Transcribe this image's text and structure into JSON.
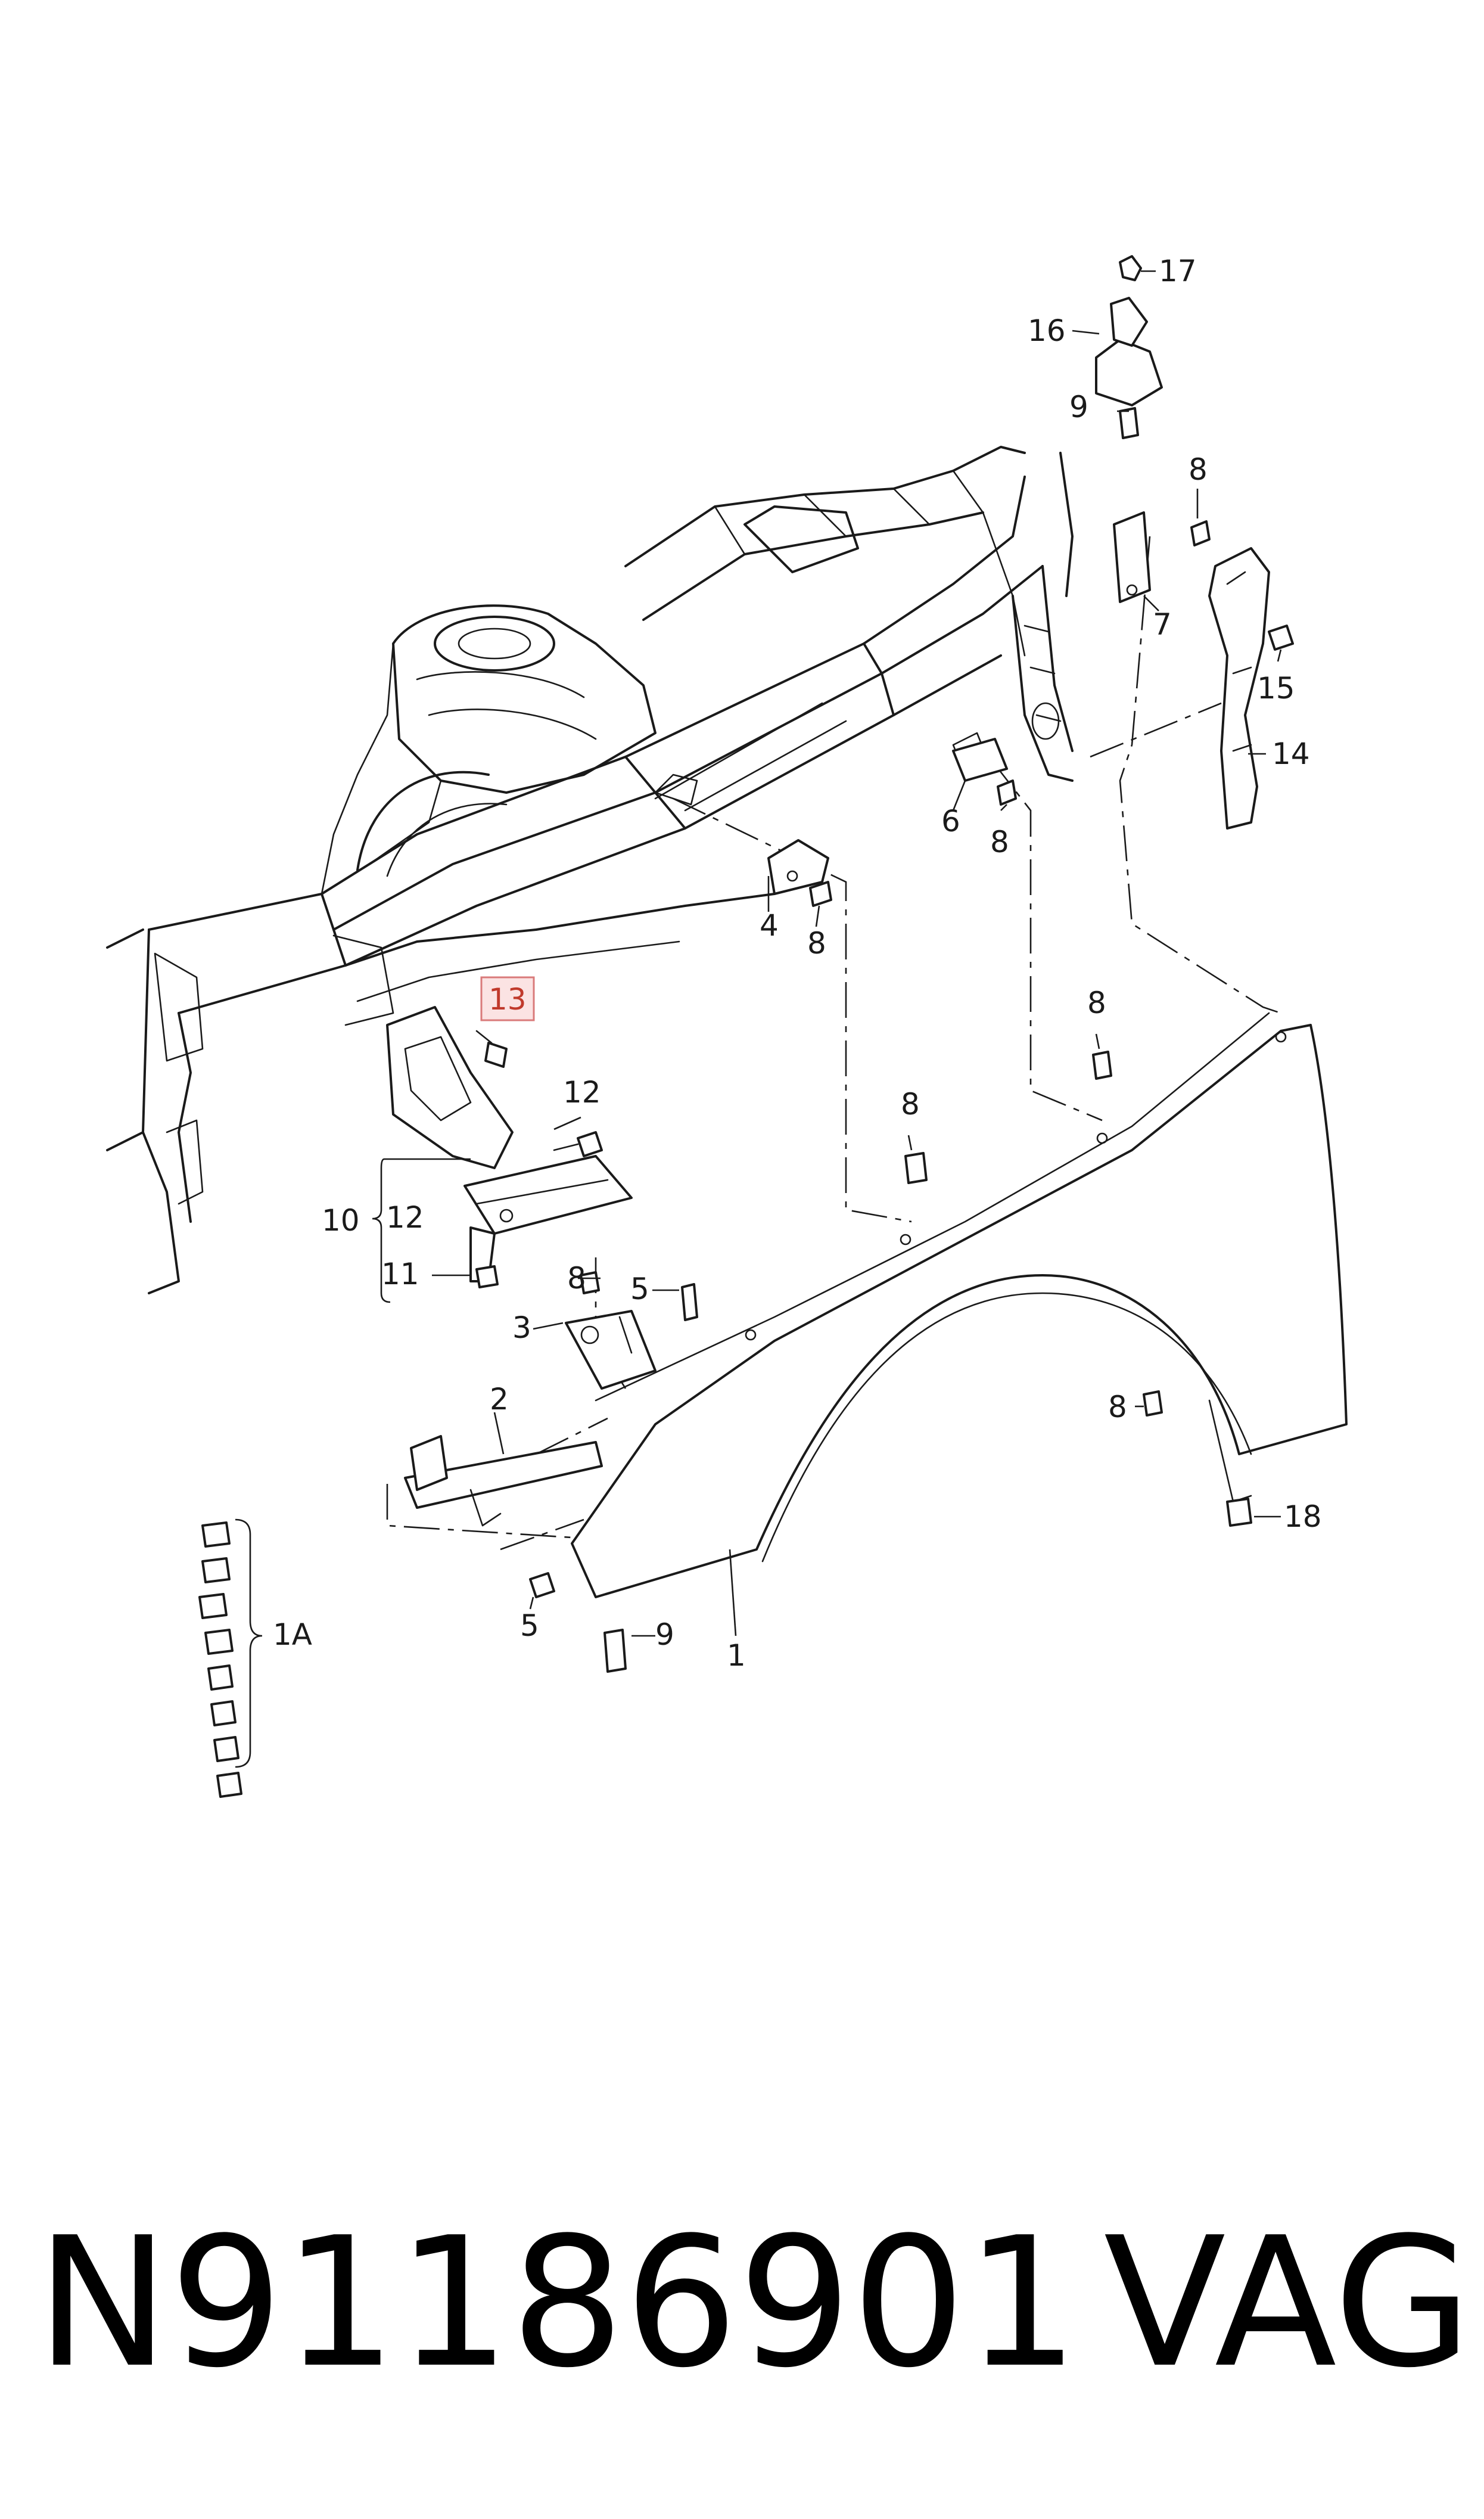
{
  "callouts": [
    "1",
    "1A",
    "2",
    "3",
    "4",
    "5",
    "5",
    "6",
    "7",
    "8",
    "8",
    "8",
    "8",
    "8",
    "8",
    "8",
    "9",
    "9",
    "10",
    "11",
    "12",
    "12",
    "13",
    "14",
    "15",
    "16",
    "17",
    "18"
  ],
  "highlighted_callout": "13",
  "caption": {
    "part_number": "N91186901",
    "brand": "VAG"
  },
  "colors": {
    "line": "#1a1a1a",
    "highlight_border": "#d97a7a",
    "highlight_fill": "#fbe3e3",
    "highlight_text": "#c0392b"
  }
}
